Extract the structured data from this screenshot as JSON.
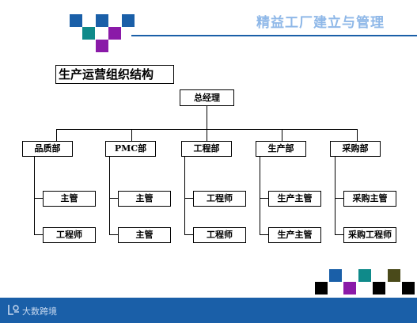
{
  "slide": {
    "title": "精益工厂建立与管理"
  },
  "chart": {
    "title": "生产运营组织结构"
  },
  "org": {
    "root": "总经理",
    "departments": [
      {
        "name": "品质部",
        "subs": [
          "主管",
          "工程师"
        ]
      },
      {
        "name": "PMC部",
        "subs": [
          "主管",
          "主管"
        ]
      },
      {
        "name": "工程部",
        "subs": [
          "工程师",
          "工程师"
        ]
      },
      {
        "name": "生产部",
        "subs": [
          "生产主管",
          "生产主管"
        ]
      },
      {
        "name": "采购部",
        "subs": [
          "采购主管",
          "采购工程师"
        ]
      }
    ]
  },
  "footer": {
    "logo_text": "大数跨境"
  },
  "colors": {
    "brand_blue": "#1a5fa8",
    "teal": "#0f8a8a",
    "purple": "#8a1aa8",
    "olive": "#4a4a1a",
    "black": "#000000"
  }
}
